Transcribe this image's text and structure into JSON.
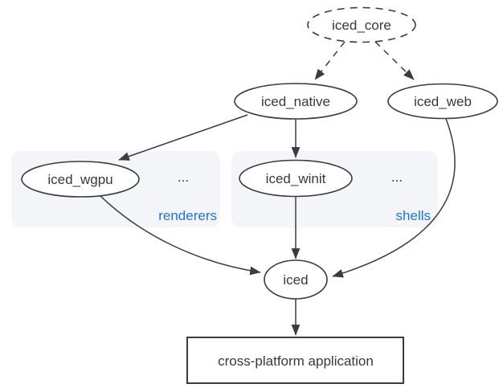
{
  "diagram": {
    "nodes": {
      "iced_core": {
        "label": "iced_core",
        "shape": "ellipse",
        "border": "dashed"
      },
      "iced_native": {
        "label": "iced_native",
        "shape": "ellipse",
        "border": "solid"
      },
      "iced_web": {
        "label": "iced_web",
        "shape": "ellipse",
        "border": "solid"
      },
      "iced_wgpu": {
        "label": "iced_wgpu",
        "shape": "ellipse",
        "border": "solid"
      },
      "iced_winit": {
        "label": "iced_winit",
        "shape": "ellipse",
        "border": "solid"
      },
      "iced": {
        "label": "iced",
        "shape": "ellipse",
        "border": "solid"
      },
      "app": {
        "label": "cross-platform application",
        "shape": "rectangle",
        "border": "solid"
      }
    },
    "groups": {
      "renderers": {
        "label": "renderers",
        "ellipsis": "...",
        "contains": [
          "iced_wgpu"
        ]
      },
      "shells": {
        "label": "shells",
        "ellipsis": "...",
        "contains": [
          "iced_winit"
        ]
      }
    },
    "edges": [
      {
        "from": "iced_core",
        "to": "iced_native",
        "style": "dashed"
      },
      {
        "from": "iced_core",
        "to": "iced_web",
        "style": "dashed"
      },
      {
        "from": "iced_native",
        "to": "iced_wgpu",
        "style": "solid"
      },
      {
        "from": "iced_native",
        "to": "iced_winit",
        "style": "solid"
      },
      {
        "from": "iced_wgpu",
        "to": "iced",
        "style": "solid"
      },
      {
        "from": "iced_winit",
        "to": "iced",
        "style": "solid"
      },
      {
        "from": "iced_web",
        "to": "iced",
        "style": "solid"
      },
      {
        "from": "iced",
        "to": "app",
        "style": "solid"
      }
    ],
    "colors": {
      "stroke": "#3b3b3b",
      "text": "#383838",
      "group_fill": "#f4f5f8",
      "group_label": "#1a73e8",
      "node_fill": "#ffffff",
      "background": "#ffffff"
    }
  }
}
